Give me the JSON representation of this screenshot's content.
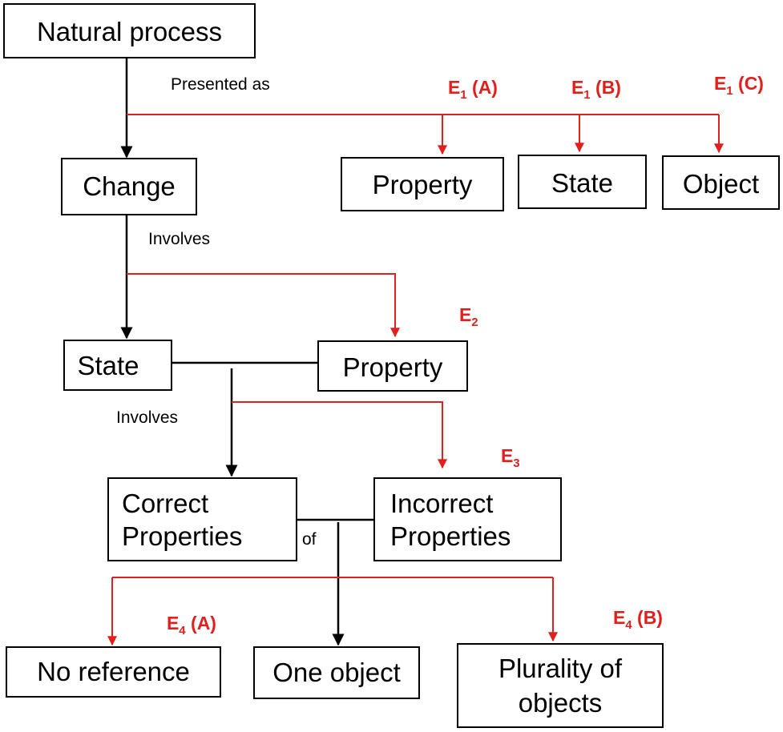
{
  "boxes": {
    "natural_process": "Natural process",
    "change": "Change",
    "property_top": "Property",
    "state_top": "State",
    "object": "Object",
    "state": "State",
    "property": "Property",
    "correct_line1": "Correct",
    "correct_line2": "Properties",
    "incorrect_line1": "Incorrect",
    "incorrect_line2": "Properties",
    "no_reference": "No reference",
    "one_object": "One object",
    "plurality_line1": "Plurality of",
    "plurality_line2": "objects"
  },
  "labels": {
    "presented_as": "Presented as",
    "involves_1": "Involves",
    "involves_2": "Involves",
    "of": "of"
  },
  "errors": {
    "e1a": {
      "letter": "E",
      "sub": "1",
      "suffix": " (A)"
    },
    "e1b": {
      "letter": "E",
      "sub": "1",
      "suffix": " (B)"
    },
    "e1c": {
      "letter": "E",
      "sub": "1",
      "suffix": " (C)"
    },
    "e2": {
      "letter": "E",
      "sub": "2",
      "suffix": ""
    },
    "e3": {
      "letter": "E",
      "sub": "3",
      "suffix": ""
    },
    "e4a": {
      "letter": "E",
      "sub": "4",
      "suffix": " (A)"
    },
    "e4b": {
      "letter": "E",
      "sub": "4",
      "suffix": " (B)"
    }
  },
  "colors": {
    "error": "#e0201c",
    "line": "#000000"
  }
}
